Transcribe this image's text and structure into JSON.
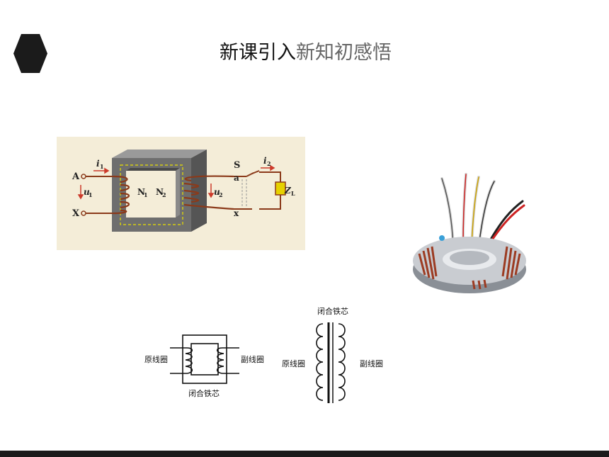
{
  "title": {
    "main": "新课引入",
    "sub": "新知初感悟"
  },
  "figure1": {
    "labels": {
      "A": "A",
      "X": "X",
      "i1": "i",
      "i1_sub": "1",
      "u1": "u",
      "u1_sub": "1",
      "N1": "N",
      "N1_sub": "1",
      "N2": "N",
      "N2_sub": "2",
      "S": "S",
      "a": "a",
      "x": "x",
      "i2": "i",
      "i2_sub": "2",
      "u2": "u",
      "u2_sub": "2",
      "ZL": "Z",
      "ZL_sub": "L"
    }
  },
  "figure3": {
    "left_primary": "原线圈",
    "left_secondary": "副线圈",
    "left_core": "闭合铁芯",
    "right_core": "闭合铁芯",
    "right_primary": "原线圈",
    "right_secondary": "副线圈"
  },
  "colors": {
    "accent_dark": "#1b1b1b",
    "copper": "#8b3a1a",
    "iron": "#6e6e6e",
    "figure_bg": "#f4edd8"
  }
}
